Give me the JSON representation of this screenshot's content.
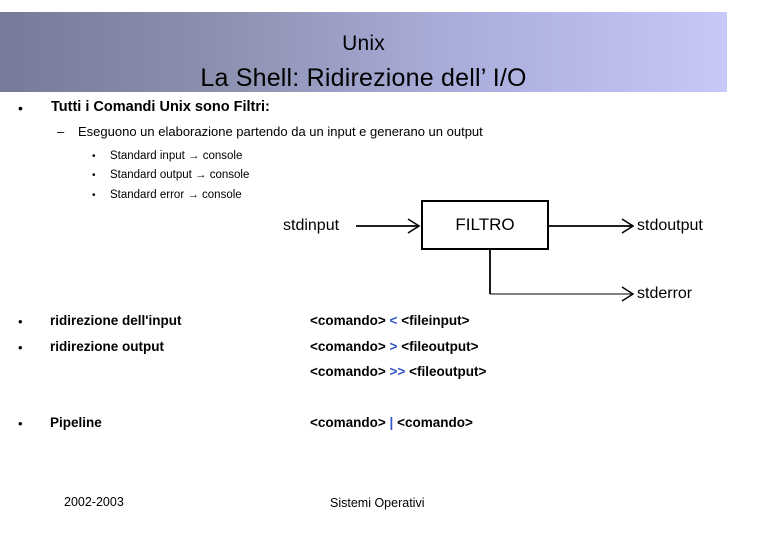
{
  "slide": {
    "title_small": "Unix",
    "title_main": "La Shell: Ridirezione dell’ I/O"
  },
  "bullets": {
    "level1_a": {
      "marker": "•",
      "text": "Tutti i Comandi Unix sono Filtri:"
    },
    "level2_a": {
      "marker": "–",
      "text": "Eseguono un elaborazione partendo da un input e generano un output"
    },
    "level3": [
      {
        "marker": "•",
        "text": "Standard input → console"
      },
      {
        "marker": "•",
        "text": "Standard output → console"
      },
      {
        "marker": "•",
        "text": "Standard error → console"
      }
    ]
  },
  "diagram": {
    "box_label": "FILTRO",
    "input_label": "stdinput",
    "output_label": "stdoutput",
    "error_label": "stderror"
  },
  "redirection_rows": [
    {
      "marker": "•",
      "label": "ridirezione dell'input",
      "command_prefix": "<comando>",
      "operator": "<",
      "command_suffix": "<fileinput>"
    },
    {
      "marker": "•",
      "label": "ridirezione output",
      "command_prefix": "<comando>",
      "operator": ">",
      "command_suffix": "<fileoutput>"
    },
    {
      "marker": "",
      "label": "",
      "command_prefix": "<comando>",
      "operator": ">>",
      "command_suffix": "<fileoutput>"
    },
    {
      "marker": "•",
      "label": "Pipeline",
      "command_prefix": "<comando>",
      "operator": "|",
      "command_suffix": "<comando>"
    }
  ],
  "footer": {
    "date": "2002-2003",
    "course": "Sistemi Operativi"
  },
  "colors": {
    "banner_start": "#777b99",
    "banner_end": "#c6c8f8",
    "operator_blue": "#3355cc",
    "text": "#000000"
  }
}
